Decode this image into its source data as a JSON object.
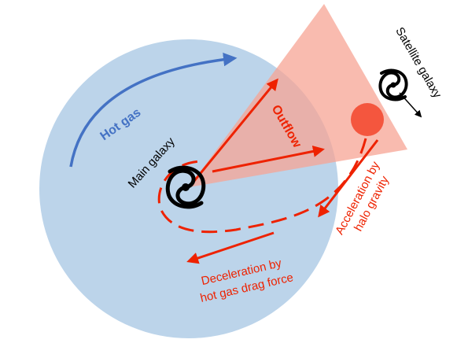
{
  "labels": {
    "hot_gas": "Hot gas",
    "main_galaxy": "Main galaxy",
    "satellite_galaxy": "Satellite galaxy",
    "outflow": "Outflow",
    "acceleration_line1": "Acceleration by",
    "acceleration_line2": "halo gravity",
    "deceleration_line1": "Deceleration by",
    "deceleration_line2": "hot gas drag force"
  },
  "colors": {
    "halo_fill": "#bcd4ea",
    "cone_fill": "#f7a494",
    "hot_gas_blue": "#4472c4",
    "red": "#ee2200",
    "black": "#000000"
  },
  "icons": {
    "main_galaxy": "spiral-galaxy-icon",
    "satellite_galaxy": "spiral-galaxy-icon"
  }
}
